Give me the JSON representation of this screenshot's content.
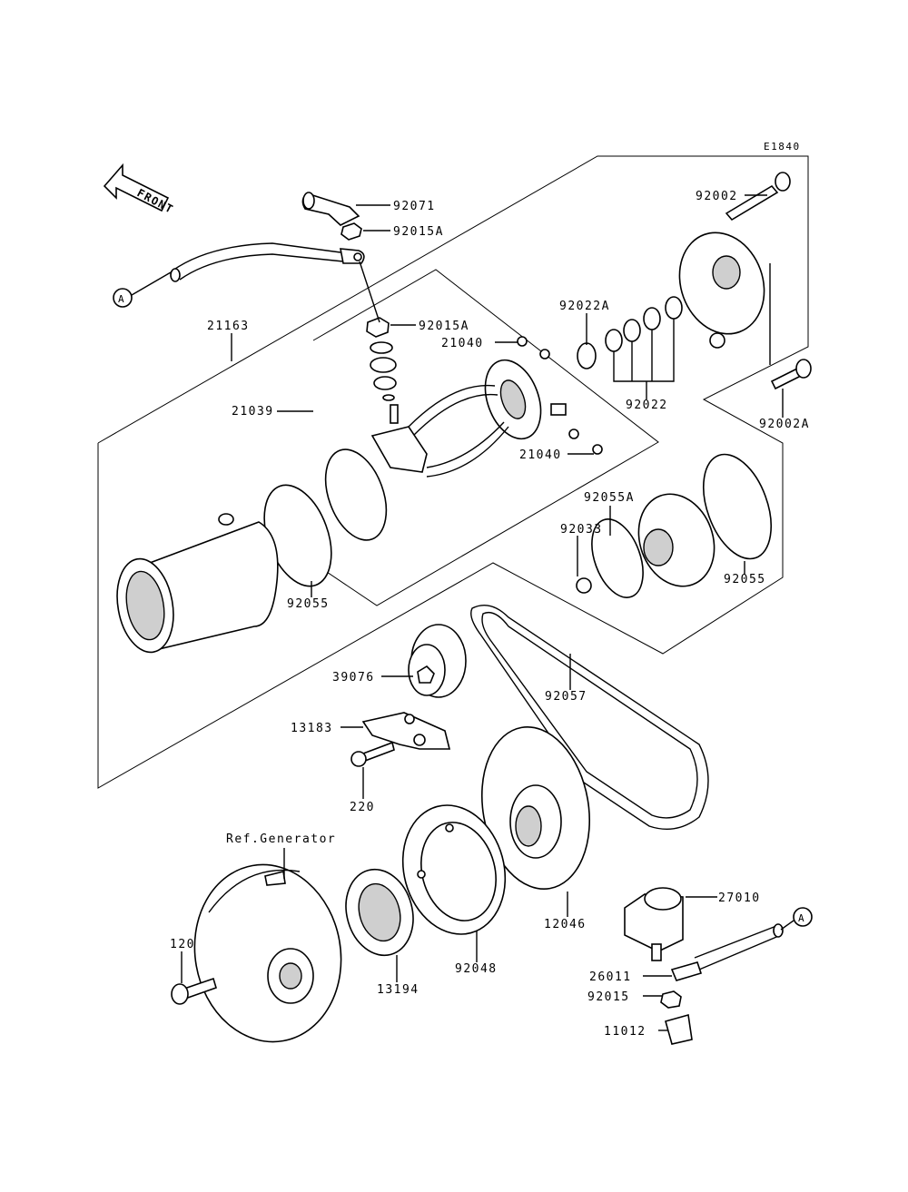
{
  "diagram": {
    "code": "E1840",
    "front_label": "FRONT",
    "ref_label": "Ref.Generator",
    "connector_label": "A",
    "parts": [
      {
        "id": "p92071",
        "num": "92071"
      },
      {
        "id": "p92015A_top",
        "num": "92015A"
      },
      {
        "id": "p92015A_mid",
        "num": "92015A"
      },
      {
        "id": "p21163",
        "num": "21163"
      },
      {
        "id": "p21039",
        "num": "21039"
      },
      {
        "id": "p21040_a",
        "num": "21040"
      },
      {
        "id": "p21040_b",
        "num": "21040"
      },
      {
        "id": "p92022A",
        "num": "92022A"
      },
      {
        "id": "p92022",
        "num": "92022"
      },
      {
        "id": "p92002",
        "num": "92002"
      },
      {
        "id": "p92002A",
        "num": "92002A"
      },
      {
        "id": "p92055_l",
        "num": "92055"
      },
      {
        "id": "p92055_r",
        "num": "92055"
      },
      {
        "id": "p92055A",
        "num": "92055A"
      },
      {
        "id": "p92033",
        "num": "92033"
      },
      {
        "id": "p39076",
        "num": "39076"
      },
      {
        "id": "p92057",
        "num": "92057"
      },
      {
        "id": "p13183",
        "num": "13183"
      },
      {
        "id": "p220",
        "num": "220"
      },
      {
        "id": "p27010",
        "num": "27010"
      },
      {
        "id": "p26011",
        "num": "26011"
      },
      {
        "id": "p92015",
        "num": "92015"
      },
      {
        "id": "p11012",
        "num": "11012"
      },
      {
        "id": "p12046",
        "num": "12046"
      },
      {
        "id": "p92048",
        "num": "92048"
      },
      {
        "id": "p13194",
        "num": "13194"
      },
      {
        "id": "p120",
        "num": "120"
      }
    ]
  }
}
